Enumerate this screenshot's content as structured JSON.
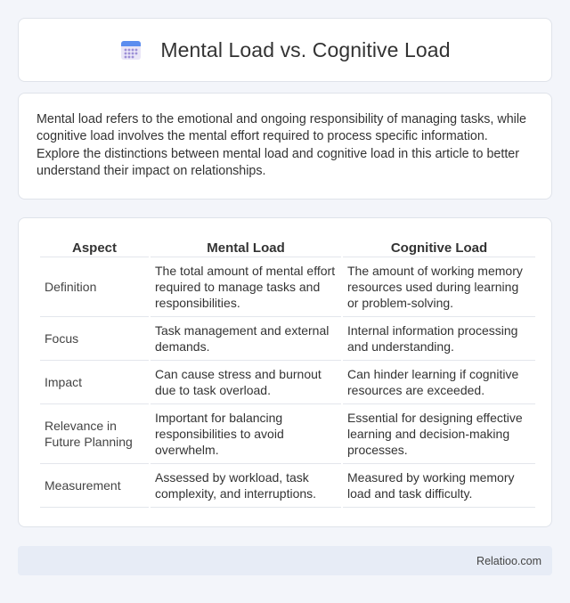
{
  "header": {
    "title": "Mental Load vs. Cognitive Load",
    "icon": "calendar-icon",
    "icon_colors": {
      "top": "#5b8def",
      "body": "#e7e3f6",
      "dots": "#9c8fd6"
    }
  },
  "intro": {
    "text": "Mental load refers to the emotional and ongoing responsibility of managing tasks, while cognitive load involves the mental effort required to process specific information. Explore the distinctions between mental load and cognitive load in this article to better understand their impact on relationships."
  },
  "table": {
    "headers": [
      "Aspect",
      "Mental Load",
      "Cognitive Load"
    ],
    "rows": [
      [
        "Definition",
        "The total amount of mental effort required to manage tasks and responsibilities.",
        "The amount of working memory resources used during learning or problem-solving."
      ],
      [
        "Focus",
        "Task management and external demands.",
        "Internal information processing and understanding."
      ],
      [
        "Impact",
        "Can cause stress and burnout due to task overload.",
        "Can hinder learning if cognitive resources are exceeded."
      ],
      [
        "Relevance in Future Planning",
        "Important for balancing responsibilities to avoid overwhelm.",
        "Essential for designing effective learning and decision-making processes."
      ],
      [
        "Measurement",
        "Assessed by workload, task complexity, and interruptions.",
        "Measured by working memory load and task difficulty."
      ]
    ]
  },
  "footer": {
    "text": "Relatioo.com"
  }
}
